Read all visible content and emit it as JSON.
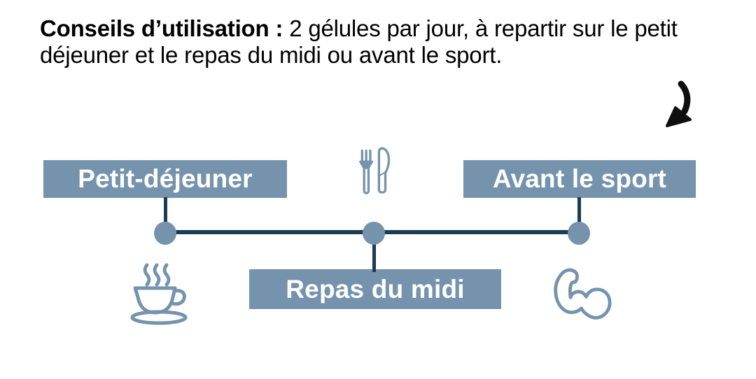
{
  "header": {
    "bold": "Conseils d’utilisation :",
    "regular": " 2 gélules par jour, à repartir sur le petit déjeuner et le repas du midi ou avant le sport."
  },
  "timeline": {
    "breakfast_label": "Petit-déjeuner",
    "lunch_label": "Repas du midi",
    "sport_label": "Avant le sport"
  },
  "icons": {
    "cutlery": "fork-and-knife-icon",
    "coffee": "coffee-cup-icon",
    "muscle": "flexed-bicep-icon",
    "arrow": "curved-down-arrow-icon"
  },
  "colors": {
    "accent": "#7593ad",
    "line": "#1d3c52",
    "label_text": "#ffffff",
    "header_text": "#000000",
    "arrow": "#0f0f0f",
    "background": "#ffffff"
  }
}
